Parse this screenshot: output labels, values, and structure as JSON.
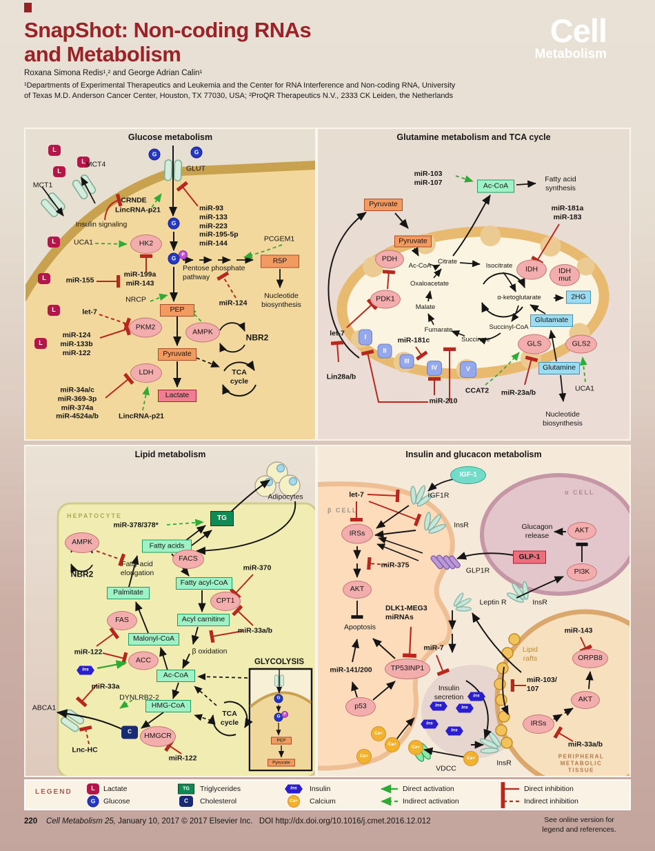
{
  "badges": {
    "l": "L",
    "g": "G",
    "p": "P",
    "tg": "TG",
    "c": "C",
    "ins": "Ins",
    "ca": "Ca+"
  },
  "header": {
    "title": "SnapShot: Non-coding RNAs\nand Metabolism",
    "authors": "Roxana Simona Redis¹,² and George Adrian Calin¹",
    "affiliation": "¹Departments of Experimental Therapeutics and Leukemia and the Center for RNA Interference and Non-coding RNA, University\nof Texas M.D. Anderson Cancer Center, Houston, TX 77030, USA; ²ProQR Therapeutics N.V., 2333 CK Leiden, the Netherlands",
    "logo_line1": "Cell",
    "logo_line2": "Metabolism"
  },
  "glucose": {
    "title": "Glucose metabolism",
    "mct1": "MCT1",
    "mct4": "MCT4",
    "glut": "GLUT",
    "crnde": "CRNDE",
    "lincrna_p21": "LincRNA-p21",
    "insulin_signaling": "Insulin signaling",
    "uca1": "UCA1",
    "hk2": "HK2",
    "mir155": "miR-155",
    "mir199_143": "miR-199a\nmiR-143",
    "mir93_list": "miR-93\nmiR-133\nmiR-223\nmiR-195-5p\nmiR-144",
    "pcgem1": "PCGEM1",
    "r5p": "R5P",
    "ppp": "Pentose phosphate\npathway",
    "nucleotide": "Nucleotide\nbiosynthesis",
    "mir124_dashed": "miR-124",
    "nrcp": "NRCP",
    "pep": "PEP",
    "let7": "let-7",
    "pkm2": "PKM2",
    "mir124_list": "miR-124\nmiR-133b\nmiR-122",
    "ampk": "AMPK",
    "nbr2": "NBR2",
    "pyruvate": "Pyruvate",
    "lactate": "Lactate",
    "ldh": "LDH",
    "mir34_list": "miR-34a/c\nmiR-369-3p\nmiR-374a\nmiR-4524a/b",
    "lincrna_p21_b": "LincRNA-p21",
    "tca": "TCA\ncycle"
  },
  "glutamine": {
    "title": "Glutamine metabolism and TCA cycle",
    "mir103_107": "miR-103\nmiR-107",
    "accoa_box": "Ac-CoA",
    "fa_synthesis": "Fatty acid\nsynthesis",
    "mir181a_183": "miR-181a\nmiR-183",
    "pyruvate_out": "Pyruvate",
    "pyruvate_in": "Pyruvate",
    "pdh": "PDH",
    "accoa_txt": "Ac-CoA",
    "citrate": "Citrate",
    "isocitrate": "Isocitrate",
    "idh": "IDH",
    "idh_mut": "IDH\nmut",
    "akg": "α-ketoglutarate",
    "hg2": "2HG",
    "oxaloacetate": "Oxaloacetate",
    "malate": "Malate",
    "fumarate": "Fumarate",
    "succinate": "Succinate",
    "succinyl": "Succinyl-CoA",
    "glutamate": "Glutamate",
    "gls": "GLS",
    "gls2": "GLS2",
    "glutamine_box": "Glutamine",
    "pdk1": "PDK1",
    "let7": "let-7",
    "lin28": "Lin28a/b",
    "c1": "I",
    "c2": "II",
    "c3": "III",
    "c4": "IV",
    "c5": "V",
    "mir181c": "miR-181c",
    "mir210": "miR-210",
    "ccat2": "CCAT2",
    "mir23": "miR-23a/b",
    "uca1": "UCA1",
    "nucleotide": "Nucleotide\nbiosynthesis"
  },
  "lipid": {
    "title": "Lipid metabolism",
    "adipocytes": "Adipocytes",
    "hepatocyte": "HEPATOCYTE",
    "mir378": "miR-378/378*",
    "tg": "TG",
    "fatty_acids": "Fatty acids",
    "ampk": "AMPK",
    "nbr2": "NBR2",
    "fa_elong": "Fatty acid\nelongation",
    "palmitate": "Palmitate",
    "fas": "FAS",
    "facs": "FACS",
    "fatty_acyl": "Fatty acyl-CoA",
    "mir370": "miR-370",
    "cpt1": "CPT1",
    "acyl_carn": "Acyl carnitine",
    "mir33ab": "miR-33a/b",
    "malonyl": "Malonyl-CoA",
    "beta_ox": "β oxidation",
    "mir122a": "miR-122",
    "acc": "ACC",
    "accoa": "Ac-CoA",
    "mir33a": "miR-33a",
    "dynlrb": "DYNLRB2-2",
    "abca1": "ABCA1",
    "hmgcoa": "HMG-CoA",
    "hmgcr": "HMGCR",
    "lnchc": "Lnc-HC",
    "mir122b": "miR-122",
    "glycolysis": "GLYCOLYSIS",
    "pep": "PEP",
    "pyruvate": "Pyruvate",
    "tca": "TCA\ncycle"
  },
  "insulin": {
    "title": "Insulin and glucacon metabolism",
    "beta_cell": "β CELL",
    "alpha_cell": "α CELL",
    "igf1": "IGF-1",
    "igf1r": "IGF1R",
    "let7": "let-7",
    "insr1": "InsR",
    "irs1": "IRSs",
    "mir375": "miR-375",
    "akt1": "AKT",
    "apoptosis": "Apoptosis",
    "dlk1": "DLK1-MEG3\nmiRNAs",
    "mir7": "miR-7",
    "tp53inp1": "TP53INP1",
    "mir141": "miR-141/200",
    "p53": "p53",
    "insulin_secretion": "Insulin\nsecretion",
    "glp1r": "GLP1R",
    "leptinr": "Leptin R",
    "glucagon": "Glucagon\nrelease",
    "akt2": "AKT",
    "glp1": "GLP-1",
    "pi3k": "PI3K",
    "insr2": "InsR",
    "mir143": "miR-143",
    "orpb8": "ORPB8",
    "lipid_rafts": "Lipid\nrafts",
    "mir103_107": "miR-103/\n107",
    "akt3": "AKT",
    "irs2": "IRSs",
    "mir33ab": "miR-33a/b",
    "insr3": "InsR",
    "vdcc": "VDCC",
    "peripheral": "PERIPHERAL\nMETABOLIC\nTISSUE"
  },
  "legend": {
    "label": "LEGEND",
    "items": [
      {
        "badge": "L",
        "label": "Lactate"
      },
      {
        "badge": "G",
        "label": "Glucose"
      },
      {
        "badge": "TG",
        "label": "Triglycerides"
      },
      {
        "badge": "C",
        "label": "Cholesterol"
      },
      {
        "badge": "Ins",
        "label": "Insulin"
      },
      {
        "badge": "Ca+",
        "label": "Calcium"
      }
    ],
    "arrows": [
      {
        "label": "Direct activation"
      },
      {
        "label": "Indirect activation"
      },
      {
        "label": "Direct inhibition"
      },
      {
        "label": "Indirect inhibition"
      }
    ]
  },
  "footer": {
    "page": "220",
    "journal": "Cell Metabolism 25,",
    "citation": "January 10, 2017 © 2017 Elsevier Inc.",
    "doi": "DOI http://dx.doi.org/10.1016/j.cmet.2016.12.012",
    "note": "See online version for\nlegend and references."
  }
}
